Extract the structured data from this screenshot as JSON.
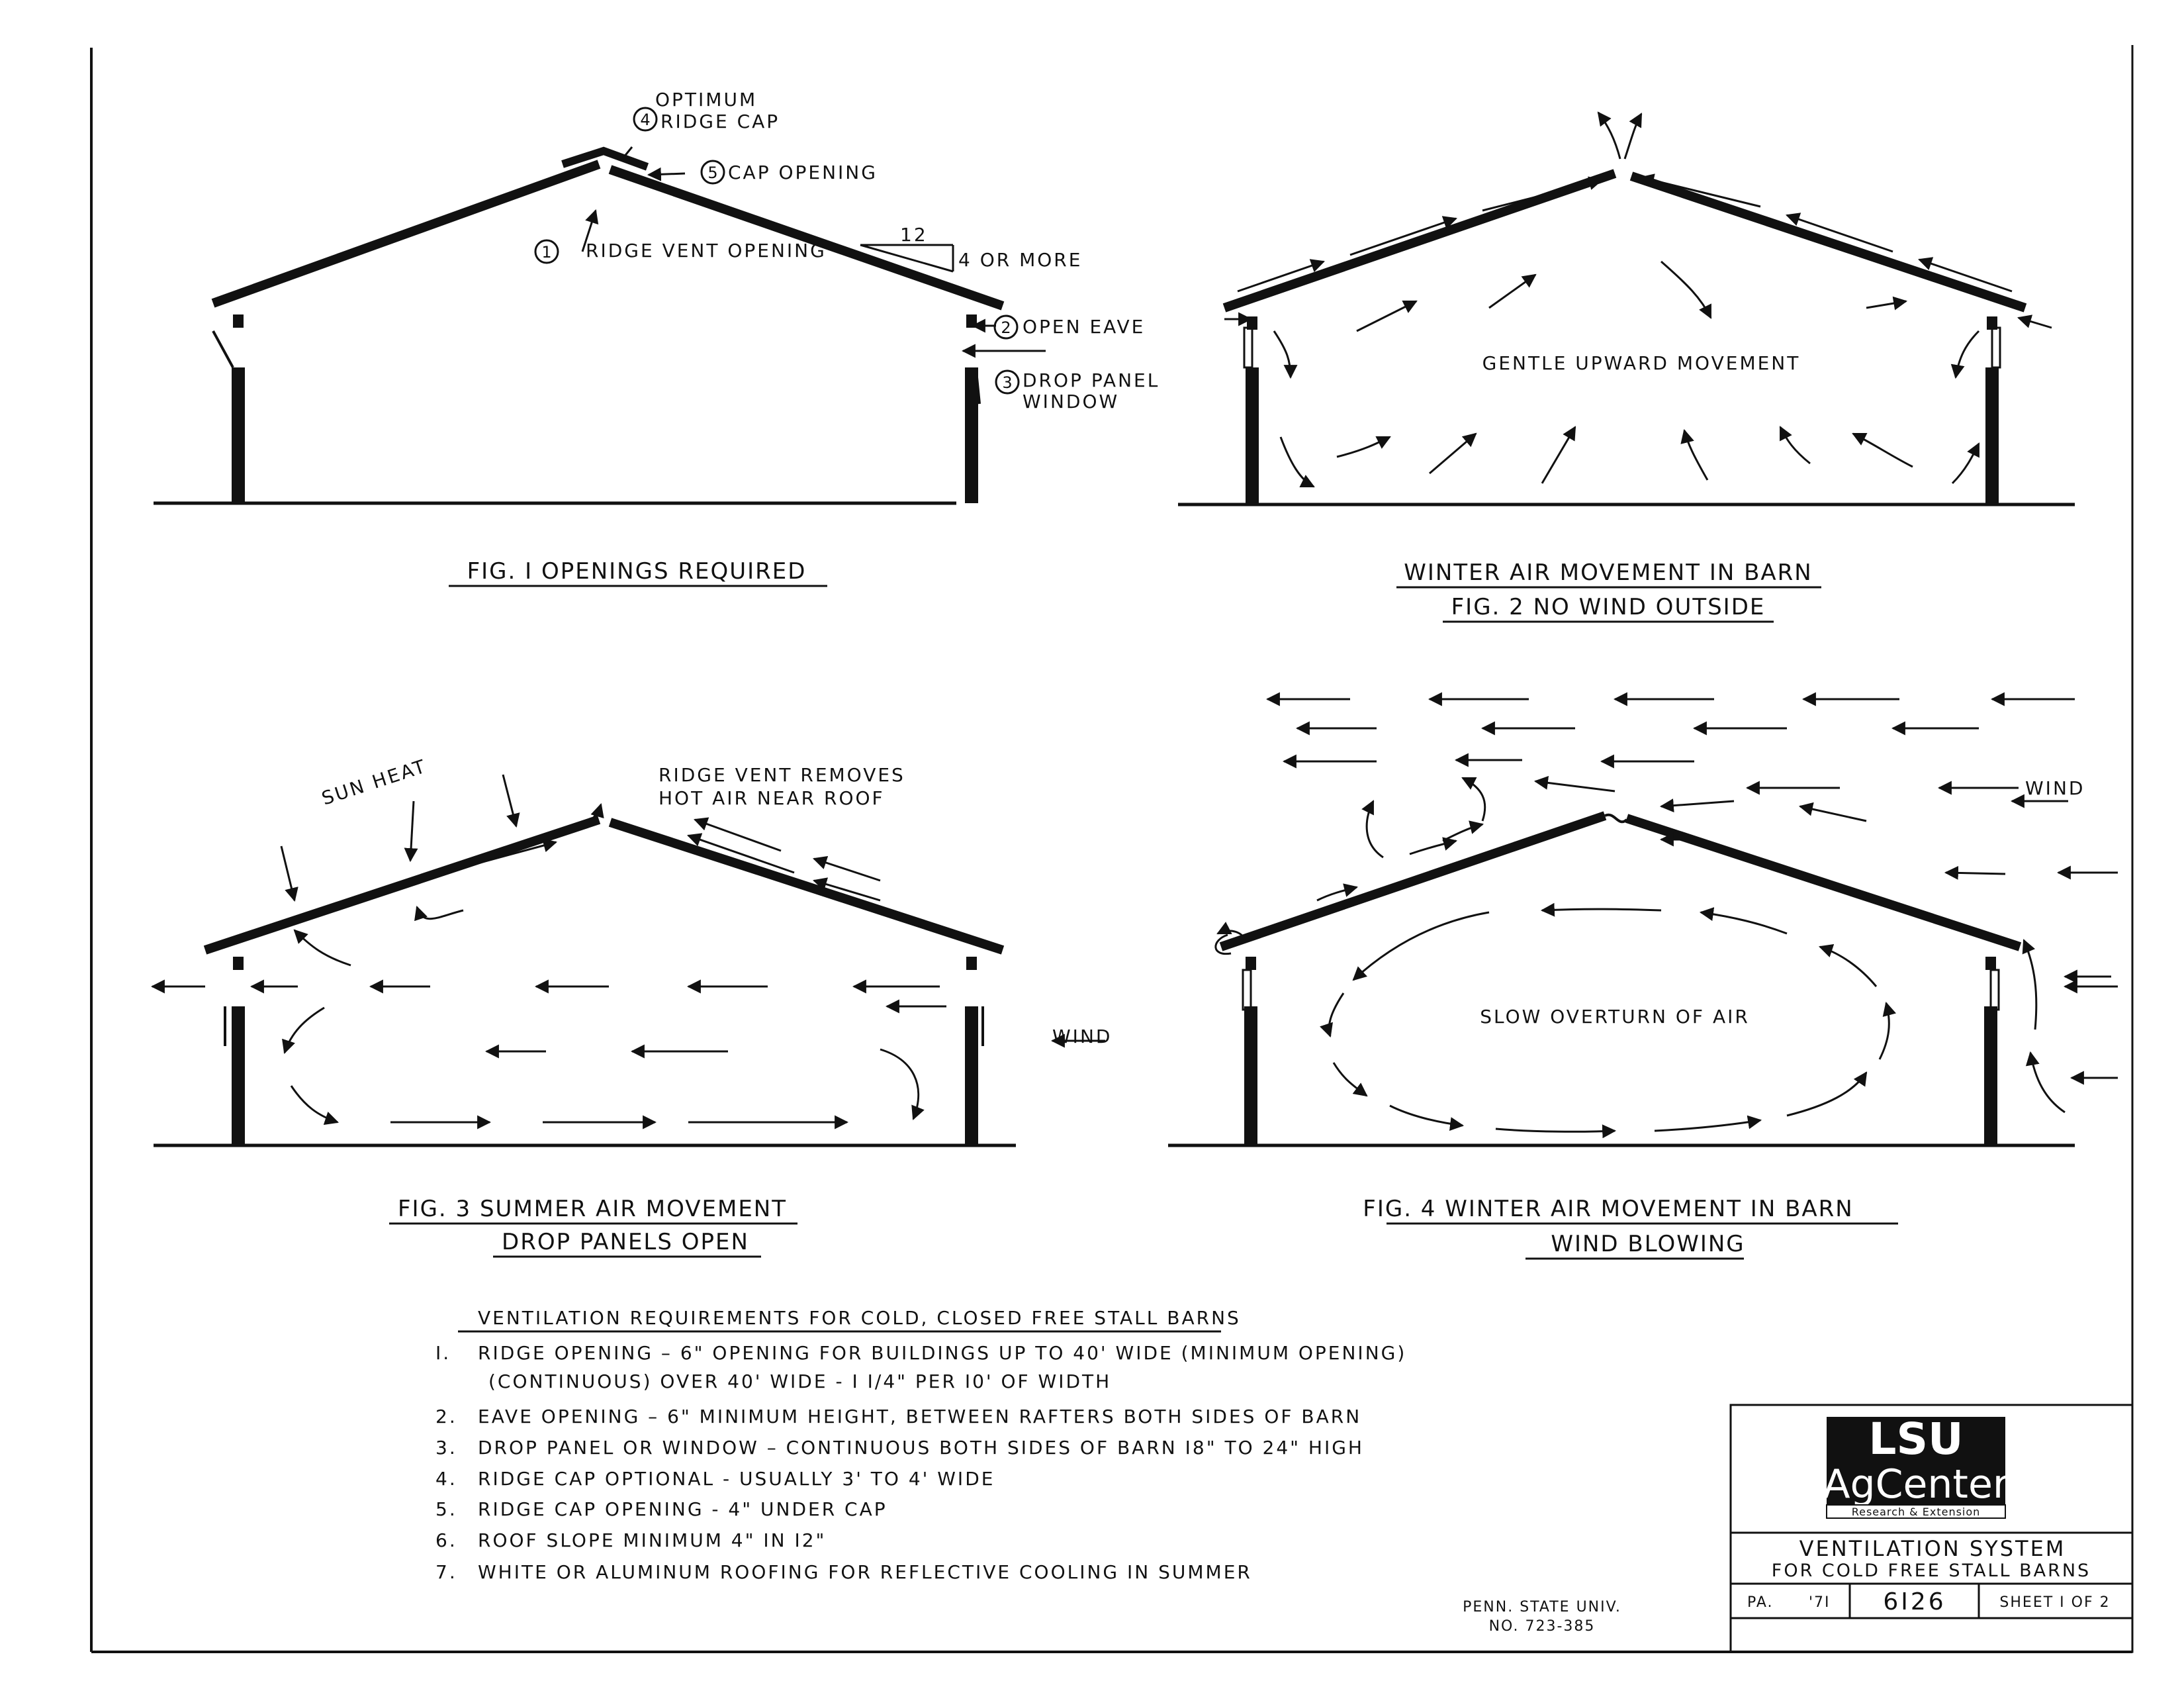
{
  "fig1": {
    "optimum": "OPTIMUM",
    "ridge_cap": "RIDGE CAP",
    "cap_opening": "CAP OPENING",
    "ridge_vent_opening": "RIDGE VENT OPENING",
    "slope_run": "12",
    "slope_rise": "4 OR MORE",
    "open_eave": "OPEN EAVE",
    "drop_panel": "DROP PANEL",
    "window": "WINDOW",
    "markers": [
      "1",
      "2",
      "3",
      "4",
      "5"
    ],
    "caption": "FIG. I  OPENINGS REQUIRED"
  },
  "fig2": {
    "label": "GENTLE UPWARD MOVEMENT",
    "caption_line1": "WINTER AIR MOVEMENT IN BARN",
    "caption_line2": "FIG. 2  NO WIND OUTSIDE"
  },
  "fig3": {
    "sun_heat": "SUN HEAT",
    "ridge_vent_line1": "RIDGE VENT REMOVES",
    "ridge_vent_line2": "HOT AIR NEAR ROOF",
    "wind": "WIND",
    "caption_line1": "FIG. 3  SUMMER  AIR MOVEMENT",
    "caption_line2": "DROP PANELS OPEN"
  },
  "fig4": {
    "wind": "WIND",
    "label": "SLOW OVERTURN OF AIR",
    "caption_line1": "FIG. 4  WINTER  AIR  MOVEMENT IN BARN",
    "caption_line2": "WIND BLOWING"
  },
  "requirements": {
    "heading": "VENTILATION  REQUIREMENTS  FOR  COLD,  CLOSED  FREE  STALL  BARNS",
    "items": [
      {
        "num": "I.",
        "line1": "RIDGE  OPENING  –  6\" OPENING  FOR  BUILDINGS  UP TO  40'  WIDE  (MINIMUM  OPENING)",
        "line2": "(CONTINUOUS)  OVER  40'  WIDE  -  I I/4\"  PER  I0'  OF  WIDTH"
      },
      {
        "num": "2.",
        "line1": "EAVE  OPENING  –  6\" MINIMUM  HEIGHT,  BETWEEN  RAFTERS  BOTH  SIDES  OF  BARN",
        "line2": ""
      },
      {
        "num": "3.",
        "line1": "DROP  PANEL  OR  WINDOW  –  CONTINUOUS  BOTH  SIDES  OF  BARN  I8\"  TO  24\"  HIGH",
        "line2": ""
      },
      {
        "num": "4.",
        "line1": "RIDGE  CAP  OPTIONAL  -  USUALLY  3'  TO  4'  WIDE",
        "line2": ""
      },
      {
        "num": "5.",
        "line1": "RIDGE  CAP  OPENING  -  4\"  UNDER  CAP",
        "line2": ""
      },
      {
        "num": "6.",
        "line1": "ROOF  SLOPE  MINIMUM  4\"  IN  I2\"",
        "line2": ""
      },
      {
        "num": "7.",
        "line1": "WHITE  OR  ALUMINUM  ROOFING  FOR  REFLECTIVE  COOLING  IN  SUMMER",
        "line2": ""
      }
    ]
  },
  "source": {
    "line1": "PENN.  STATE  UNIV.",
    "line2": "NO.  723-385"
  },
  "title_block": {
    "logo_top": "LSU",
    "logo_mid": "AgCenter",
    "logo_sub": "Research & Extension",
    "title_line1": "VENTILATION  SYSTEM",
    "title_line2": "FOR  COLD  FREE  STALL  BARNS",
    "state": "PA.",
    "year": "'7I",
    "number": "6I26",
    "sheet": "SHEET I  OF 2"
  }
}
